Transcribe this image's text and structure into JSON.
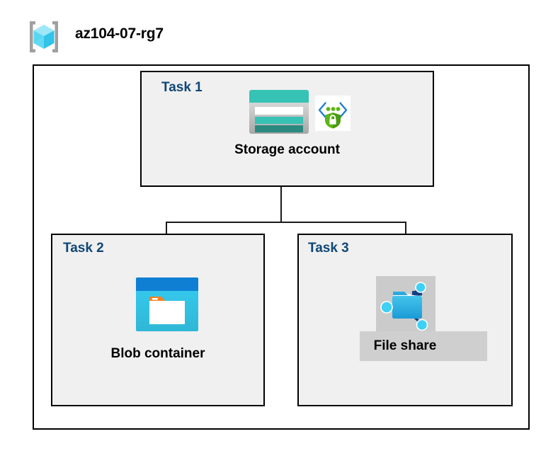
{
  "header": {
    "icon_name": "resource-group-icon",
    "title": "az104-07-rg7"
  },
  "diagram": {
    "container_name": "resource-group-container",
    "tasks": [
      {
        "id": "task-1",
        "label": "Task 1",
        "node_label": "Storage account",
        "icons": [
          "storage-account-icon",
          "private-link-icon"
        ]
      },
      {
        "id": "task-2",
        "label": "Task 2",
        "node_label": "Blob container",
        "icons": [
          "blob-container-icon"
        ]
      },
      {
        "id": "task-3",
        "label": "Task 3",
        "node_label": "File share",
        "icons": [
          "file-share-icon"
        ],
        "highlighted": "true"
      }
    ],
    "connectors": [
      {
        "name": "storage-to-bus",
        "from": "Storage account",
        "to": "bus"
      },
      {
        "name": "bus-to-blob-container",
        "from": "bus",
        "to": "Blob container"
      },
      {
        "name": "bus-to-file-share",
        "from": "bus",
        "to": "File share"
      }
    ]
  },
  "colors": {
    "task_label": "#0f4776",
    "border": "#000000",
    "task_fill": "#f0f0f0",
    "page_background": "#ffffff",
    "azure_blue": "#0078d4",
    "cyan": "#32c8f0",
    "teal": "#36c2b4",
    "teal_dark": "#2a8a80",
    "orange": "#f58220",
    "green": "#5cb615",
    "highlight_gray": "#cfcfcf"
  }
}
